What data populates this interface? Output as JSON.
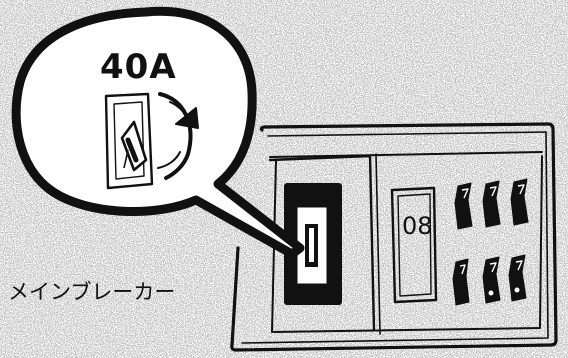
{
  "illustration": {
    "callout_label": "40A",
    "caption": "メインブレーカー",
    "breaker_number": "08",
    "ink_color": "#111111",
    "background_color": "#ffffff",
    "small_breakers": {
      "top_row_count": 3,
      "bottom_row_count": 3
    }
  }
}
